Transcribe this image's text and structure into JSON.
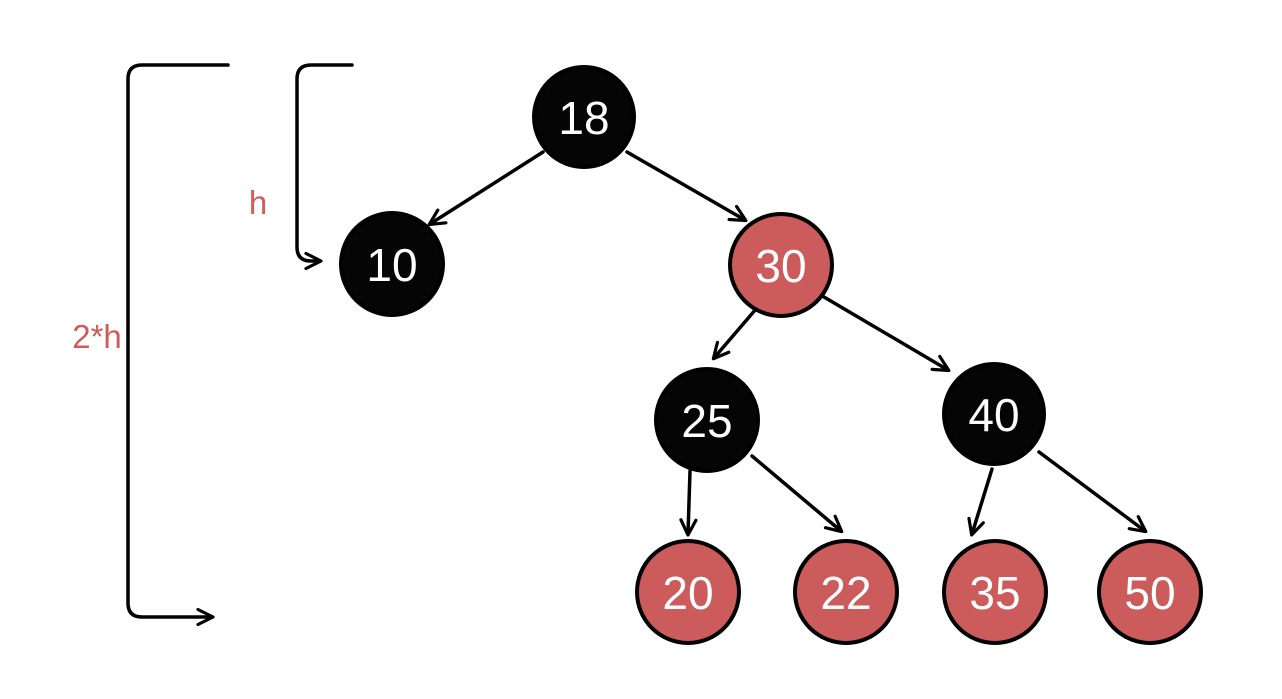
{
  "colors": {
    "background": "#FFFFFF",
    "node_black": "#050505",
    "node_red": "#CC5B5B",
    "node_outline": "#000000",
    "node_text": "#FFFFFF",
    "edge": "#000000",
    "annotation_red": "#D15B5B"
  },
  "annotations": {
    "height_label": "h",
    "double_height_label": "2*h"
  },
  "tree": {
    "nodes": [
      {
        "value": "18",
        "color_name": "black",
        "fill": "#050505",
        "text_color": "#FFFFFF"
      },
      {
        "value": "10",
        "color_name": "black",
        "fill": "#050505",
        "text_color": "#FFFFFF"
      },
      {
        "value": "30",
        "color_name": "red",
        "fill": "#CC5B5B",
        "text_color": "#FFFFFF"
      },
      {
        "value": "25",
        "color_name": "black",
        "fill": "#050505",
        "text_color": "#FFFFFF"
      },
      {
        "value": "40",
        "color_name": "black",
        "fill": "#050505",
        "text_color": "#FFFFFF"
      },
      {
        "value": "20",
        "color_name": "red",
        "fill": "#CC5B5B",
        "text_color": "#FFFFFF"
      },
      {
        "value": "22",
        "color_name": "red",
        "fill": "#CC5B5B",
        "text_color": "#FFFFFF"
      },
      {
        "value": "35",
        "color_name": "red",
        "fill": "#CC5B5B",
        "text_color": "#FFFFFF"
      },
      {
        "value": "50",
        "color_name": "red",
        "fill": "#CC5B5B",
        "text_color": "#FFFFFF"
      }
    ],
    "edges": [
      {
        "from": "18",
        "to": "10"
      },
      {
        "from": "18",
        "to": "30"
      },
      {
        "from": "30",
        "to": "25"
      },
      {
        "from": "30",
        "to": "40"
      },
      {
        "from": "25",
        "to": "20"
      },
      {
        "from": "25",
        "to": "22"
      },
      {
        "from": "40",
        "to": "35"
      },
      {
        "from": "40",
        "to": "50"
      }
    ]
  }
}
